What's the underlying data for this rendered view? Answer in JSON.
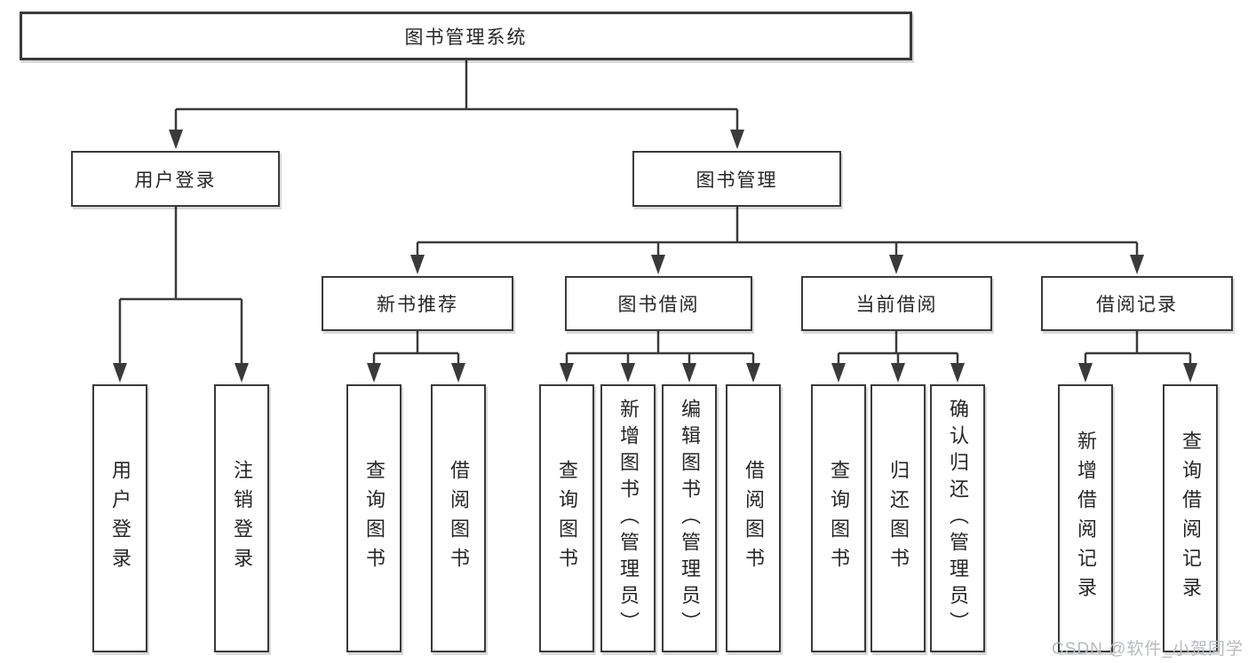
{
  "tree": {
    "label": "图书管理系统",
    "children": [
      {
        "label": "用户登录",
        "children": [
          {
            "label": "用户登录"
          },
          {
            "label": "注销登录"
          }
        ]
      },
      {
        "label": "图书管理",
        "children": [
          {
            "label": "新书推荐",
            "children": [
              {
                "label": "查询图书"
              },
              {
                "label": "借阅图书"
              }
            ]
          },
          {
            "label": "图书借阅",
            "children": [
              {
                "label": "查询图书"
              },
              {
                "label": "新增图书（管理员）"
              },
              {
                "label": "编辑图书（管理员）"
              },
              {
                "label": "借阅图书"
              }
            ]
          },
          {
            "label": "当前借阅",
            "children": [
              {
                "label": "查询图书"
              },
              {
                "label": "归还图书"
              },
              {
                "label": "确认归还（管理员）"
              }
            ]
          },
          {
            "label": "借阅记录",
            "children": [
              {
                "label": "新增借阅记录"
              },
              {
                "label": "查询借阅记录"
              }
            ]
          }
        ]
      }
    ]
  },
  "watermark": "CSDN @软件_小贺同学",
  "colors": {
    "line": "#3a3a3a",
    "box_border": "#3a3a3a",
    "box_fill": "#ffffff",
    "text": "#262626",
    "watermark": "#b6bbc1"
  }
}
